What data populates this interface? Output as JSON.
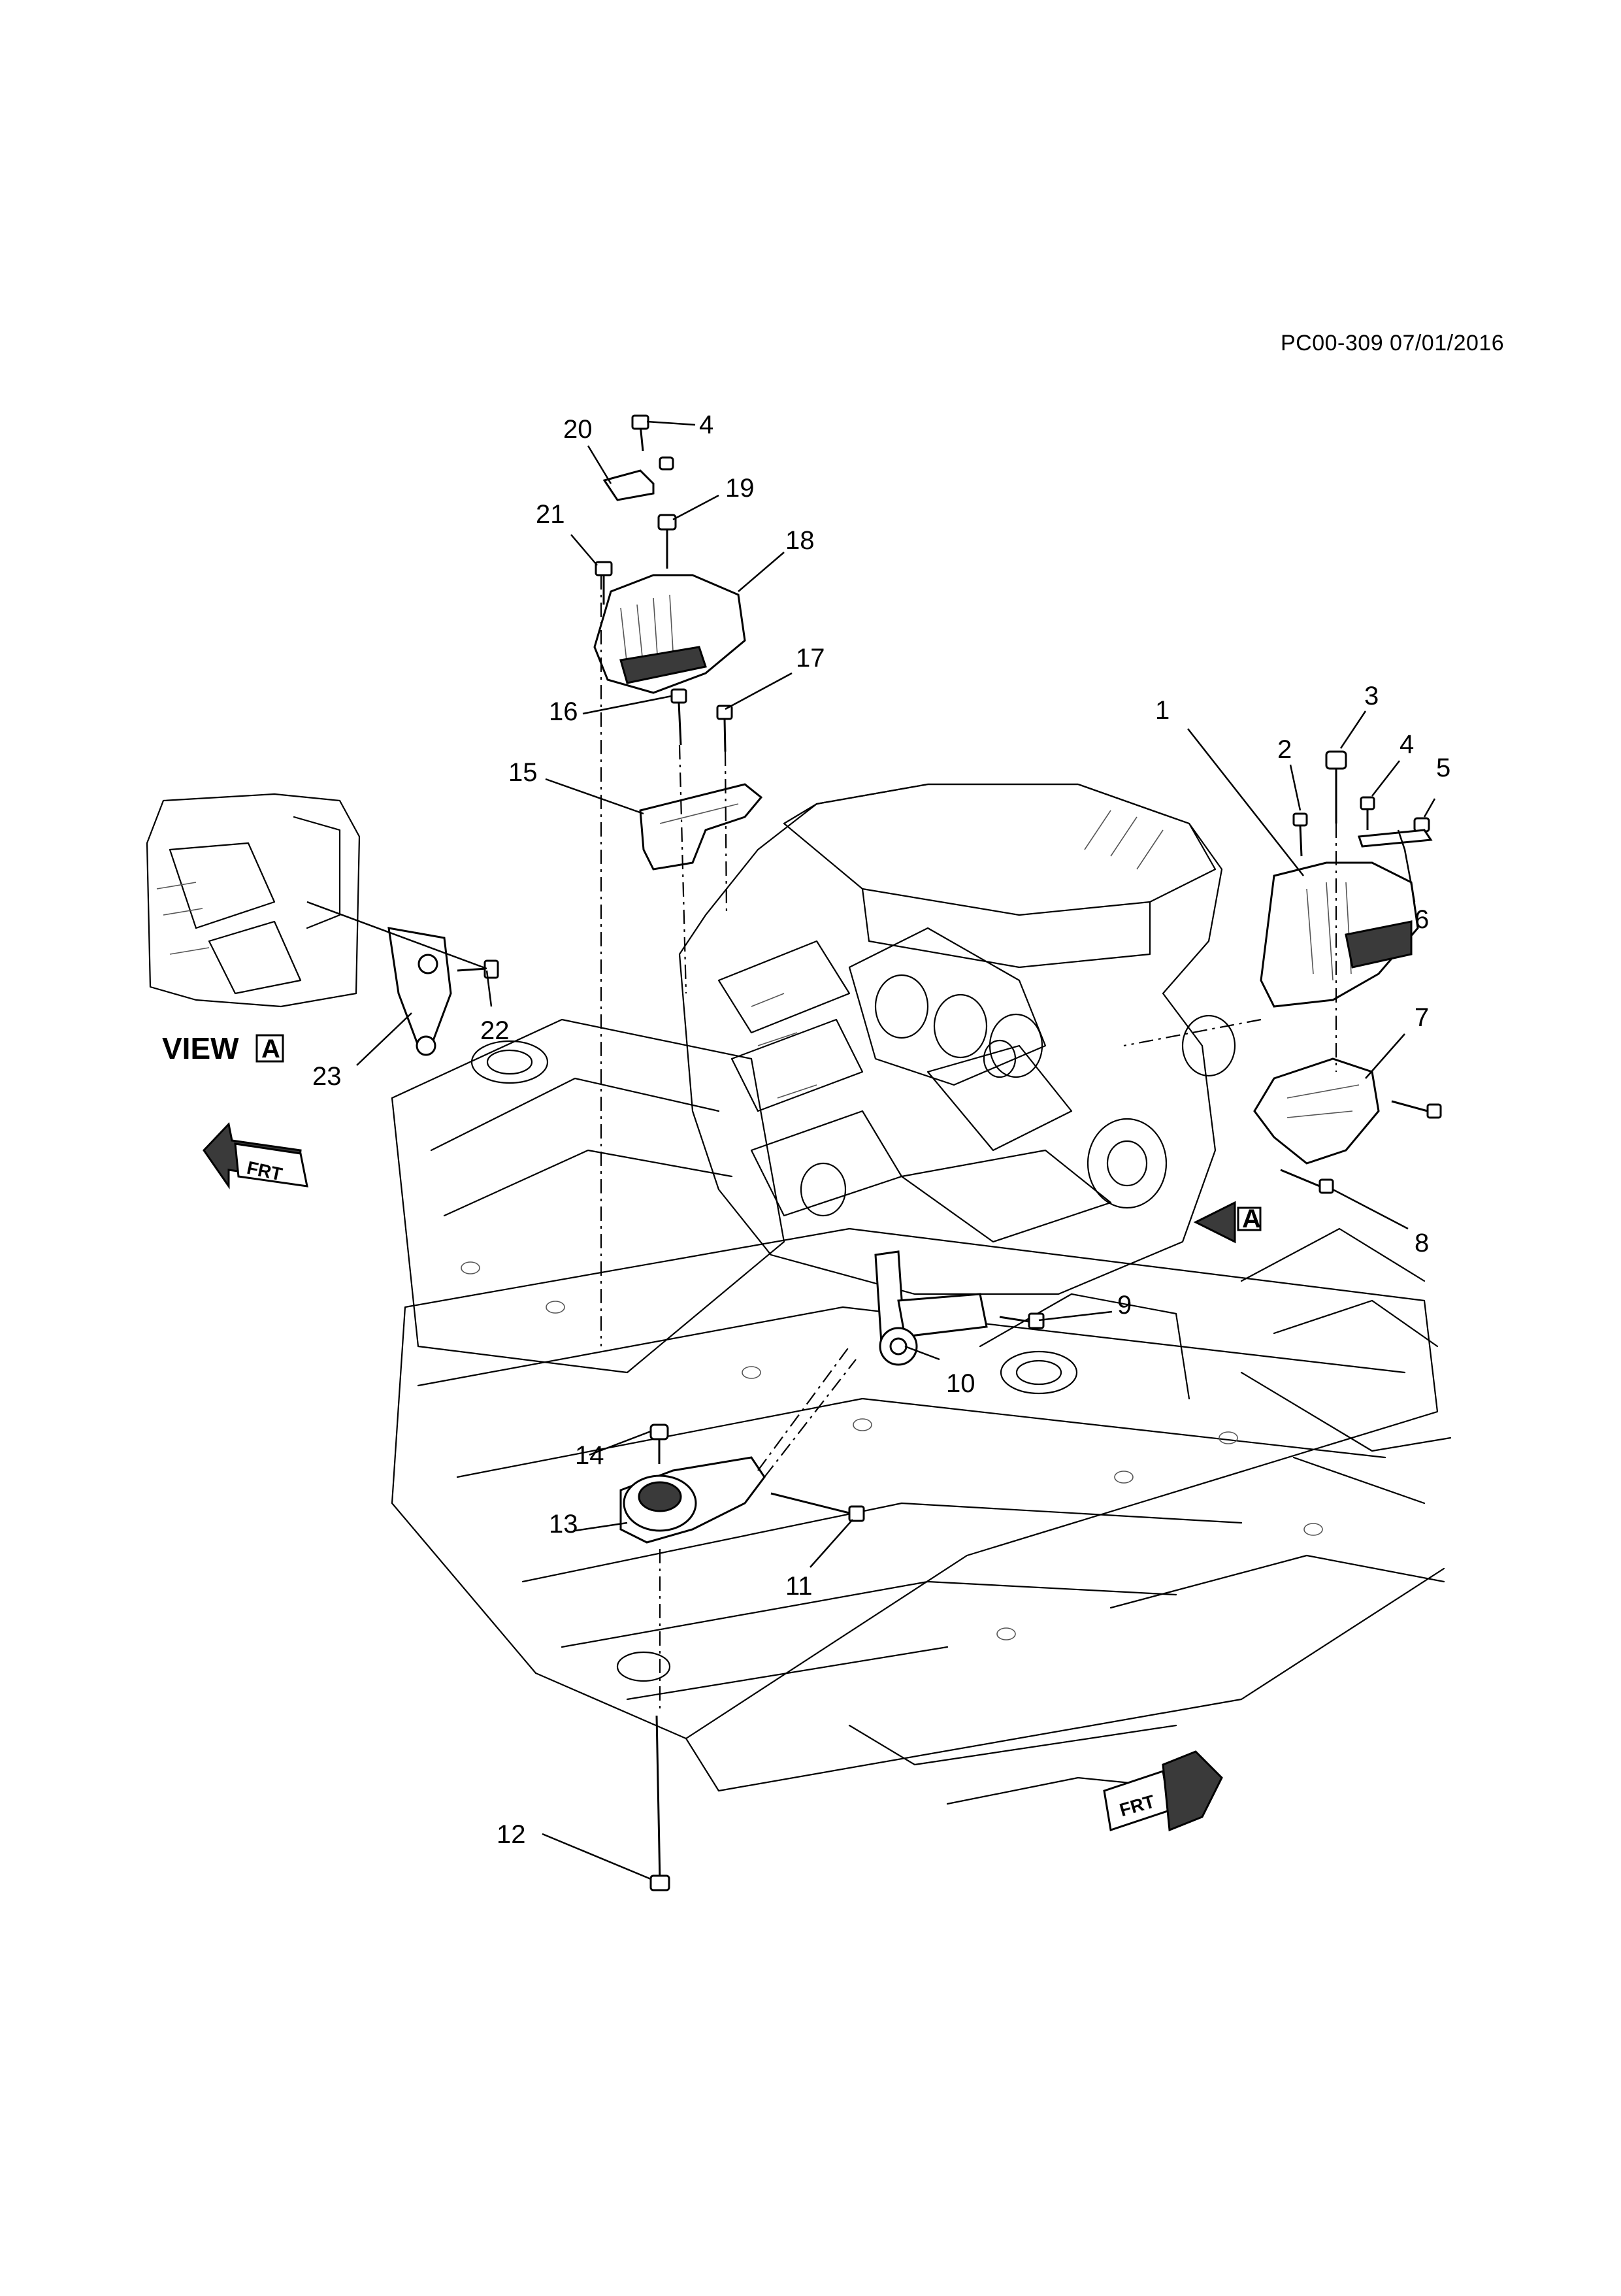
{
  "header": {
    "doc_ref": "PC00-309 07/01/2016"
  },
  "view": {
    "label": "VIEW",
    "letter": "A"
  },
  "front_marker": "FRT",
  "callouts": [
    {
      "id": "c1",
      "num": "1"
    },
    {
      "id": "c2",
      "num": "2"
    },
    {
      "id": "c3",
      "num": "3"
    },
    {
      "id": "c4a",
      "num": "4"
    },
    {
      "id": "c4b",
      "num": "4"
    },
    {
      "id": "c5",
      "num": "5"
    },
    {
      "id": "c6",
      "num": "6"
    },
    {
      "id": "c7",
      "num": "7"
    },
    {
      "id": "c8",
      "num": "8"
    },
    {
      "id": "c9",
      "num": "9"
    },
    {
      "id": "c10",
      "num": "10"
    },
    {
      "id": "c11",
      "num": "11"
    },
    {
      "id": "c12",
      "num": "12"
    },
    {
      "id": "c13",
      "num": "13"
    },
    {
      "id": "c14",
      "num": "14"
    },
    {
      "id": "c15",
      "num": "15"
    },
    {
      "id": "c16",
      "num": "16"
    },
    {
      "id": "c17",
      "num": "17"
    },
    {
      "id": "c18",
      "num": "18"
    },
    {
      "id": "c19",
      "num": "19"
    },
    {
      "id": "c20",
      "num": "20"
    },
    {
      "id": "c21",
      "num": "21"
    },
    {
      "id": "c22",
      "num": "22"
    },
    {
      "id": "c23",
      "num": "23"
    }
  ]
}
